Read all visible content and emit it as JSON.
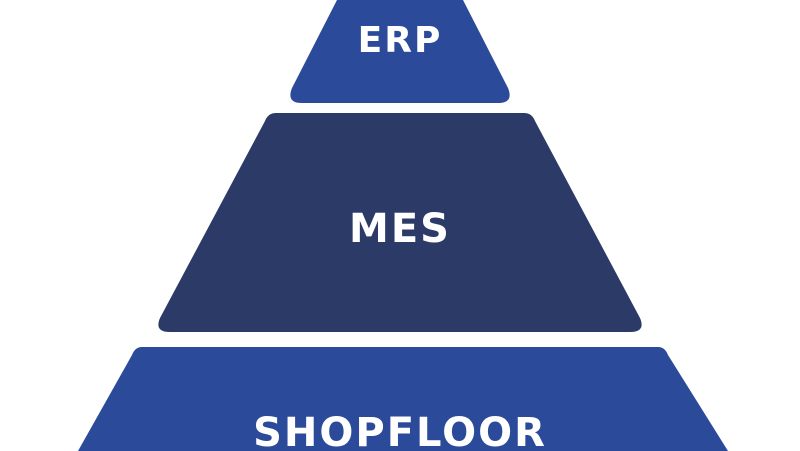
{
  "pyramid": {
    "levels": [
      {
        "label": "ERP",
        "color": "#2c4a9a"
      },
      {
        "label": "MES",
        "color": "#2b3a66"
      },
      {
        "label": "SHOPFLOOR",
        "color": "#2c4a9a"
      }
    ]
  }
}
